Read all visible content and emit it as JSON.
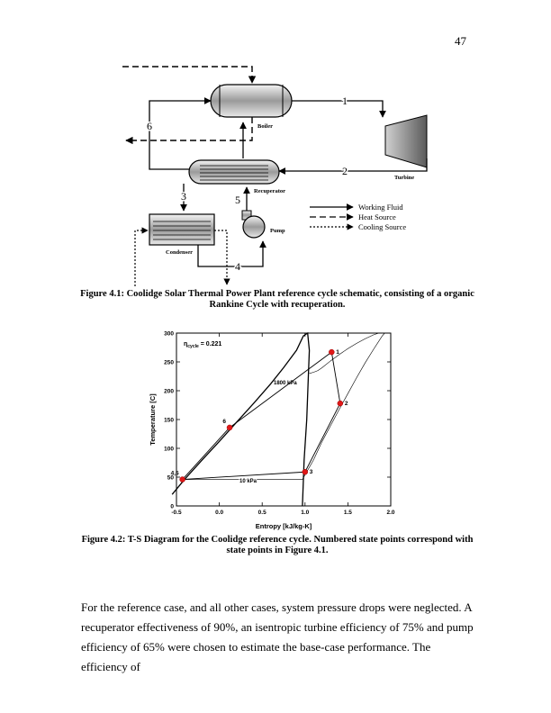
{
  "page_number": "47",
  "figure1": {
    "caption": "Figure 4.1: Coolidge Solar Thermal Power Plant reference cycle schematic, consisting of a organic Rankine Cycle with recuperation.",
    "labels": {
      "boiler": "Boiler",
      "turbine": "Turbine",
      "recuperator": "Recuperator",
      "pump": "Pump",
      "condenser": "Condenser"
    },
    "state_numbers": [
      "1",
      "2",
      "3",
      "4",
      "5",
      "6"
    ],
    "legend": [
      "Working Fluid",
      "Heat Source",
      "Cooling Source"
    ]
  },
  "figure2": {
    "caption": "Figure 4.2:  T-S Diagram for the Coolidge reference cycle.  Numbered state points correspond with state points in Figure 4.1.",
    "annotations": {
      "eta": "η",
      "eta_sub": "cycle",
      "eta_value": " = 0.221",
      "high_pressure": "1800 kPa",
      "low_pressure": "10 kPa"
    }
  },
  "chart_data": {
    "type": "line",
    "title": "",
    "xlabel": "Entropy [kJ/kg-K]",
    "ylabel": "Temperature [C]",
    "xlim": [
      -0.5,
      2.0
    ],
    "ylim": [
      0,
      300
    ],
    "xticks": [
      "-0.5",
      "0.0",
      "0.5",
      "1.0",
      "1.5",
      "2.0"
    ],
    "yticks": [
      "0",
      "50",
      "100",
      "150",
      "200",
      "250",
      "300"
    ],
    "grid": false,
    "state_points": [
      {
        "label": "1",
        "x": 1.31,
        "y": 267
      },
      {
        "label": "2",
        "x": 1.41,
        "y": 178
      },
      {
        "label": "3",
        "x": 1.0,
        "y": 59
      },
      {
        "label": "4,5",
        "x": -0.43,
        "y": 46
      },
      {
        "label": "6",
        "x": 0.12,
        "y": 136
      }
    ],
    "saturation_dome": {
      "x": [
        -0.55,
        -0.4,
        -0.2,
        0.0,
        0.2,
        0.4,
        0.6,
        0.75,
        0.9,
        0.98,
        1.03,
        1.05,
        1.04,
        1.02,
        0.99,
        0.97
      ],
      "y": [
        20,
        47,
        80,
        112,
        145,
        178,
        212,
        240,
        270,
        295,
        300,
        270,
        230,
        150,
        80,
        0
      ]
    },
    "isobars": [
      {
        "name": "1800 kPa",
        "x": [
          1.05,
          1.1,
          1.15,
          1.2,
          1.3,
          1.4,
          1.5,
          1.6,
          1.7,
          1.8,
          1.86
        ],
        "y": [
          230,
          232,
          235,
          240,
          252,
          263,
          273,
          282,
          290,
          297,
          300
        ]
      },
      {
        "name": "10 kPa",
        "x": [
          -0.43,
          0.97,
          1.1,
          1.2,
          1.3,
          1.4,
          1.5,
          1.6,
          1.7,
          1.8,
          1.9,
          1.93
        ],
        "y": [
          46,
          46,
          80,
          112,
          140,
          168,
          195,
          222,
          248,
          272,
          295,
          300
        ]
      }
    ],
    "cycle_path": [
      {
        "from": "4,5",
        "to": "6"
      },
      {
        "from": "6",
        "to": "1"
      },
      {
        "from": "1",
        "to": "2"
      },
      {
        "from": "2",
        "to": "3"
      },
      {
        "from": "3",
        "to": "4,5"
      }
    ]
  },
  "body": {
    "paragraph": "For the reference case, and all other cases, system pressure drops were neglected.  A recuperator effectiveness of 90%, an isentropic turbine efficiency of 75% and pump efficiency of 65% were chosen to estimate the base-case performance.  The efficiency of"
  }
}
